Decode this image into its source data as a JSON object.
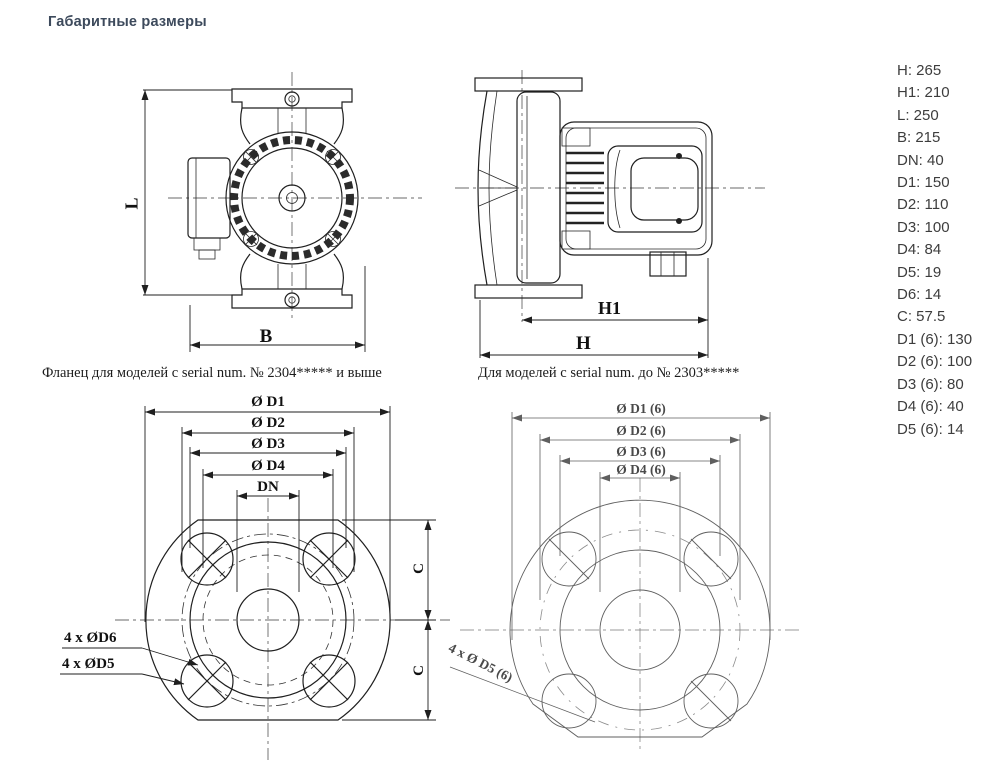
{
  "title": "Габаритные размеры",
  "dimension_list": {
    "items": [
      "H: 265",
      "H1: 210",
      "L: 250",
      "B: 215",
      "DN: 40",
      "D1: 150",
      "D2: 110",
      "D3: 100",
      "D4: 84",
      "D5: 19",
      "D6: 14",
      "C: 57.5",
      "D1 (6): 130",
      "D2 (6): 100",
      "D3 (6): 80",
      "D4 (6): 40",
      "D5 (6): 14"
    ]
  },
  "front_view": {
    "length_label": "L",
    "width_label": "B"
  },
  "side_view": {
    "h1_label": "H1",
    "h_label": "H"
  },
  "flange_new": {
    "caption": "Фланец для моделей с serial num. № 2304***** и выше",
    "d1": "Ø D1",
    "d2": "Ø D2",
    "d3": "Ø D3",
    "d4": "Ø D4",
    "dn": "DN",
    "c_top": "C",
    "c_bottom": "C",
    "bolt_outer": "4 x ØD6",
    "bolt_inner": "4 x ØD5"
  },
  "flange_old": {
    "caption": "Для моделей с serial num. до № 2303*****",
    "d1": "Ø D1 (6)",
    "d2": "Ø D2 (6)",
    "d3": "Ø D3 (6)",
    "d4": "Ø D4 (6)",
    "bolt": "4 x Ø D5 (6)"
  },
  "colors": {
    "title": "#3d4a5c",
    "list_text": "#3d3d3d",
    "line_dark": "#1f1f1f",
    "line_gray": "#5f5f5f"
  }
}
